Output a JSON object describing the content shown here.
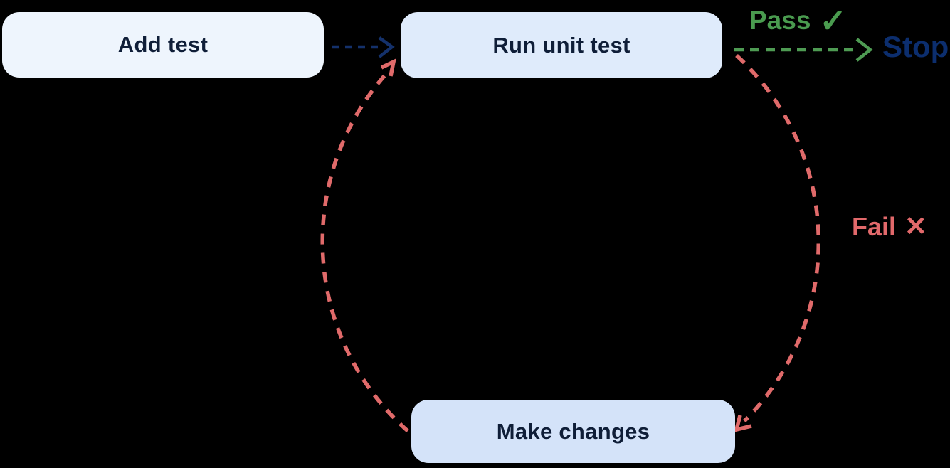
{
  "diagram": {
    "title": "unit-test-loop-flowchart",
    "background_color": "#000000",
    "nodes": [
      {
        "id": "add-test",
        "label": "Add test",
        "fill": "#EEF5FD",
        "text_color": "#0F1E38"
      },
      {
        "id": "run-unit-test",
        "label": "Run unit test",
        "fill": "#DFEBFB",
        "text_color": "#0F1E38"
      },
      {
        "id": "make-changes",
        "label": "Make changes",
        "fill": "#D4E3F9",
        "text_color": "#0F1E38"
      }
    ],
    "labels": {
      "pass": {
        "text": "Pass",
        "icon": "check-icon",
        "glyph": "✓",
        "color": "#4A9B4F"
      },
      "stop": {
        "text": "Stop",
        "color": "#0C2E6E"
      },
      "fail": {
        "text": "Fail",
        "icon": "cross-icon",
        "glyph": "✕",
        "color": "#E2696B"
      }
    },
    "edges": [
      {
        "from": "add-test",
        "to": "run-unit-test",
        "style": "dashed",
        "color": "#14316B",
        "label": ""
      },
      {
        "from": "run-unit-test",
        "to": "stop",
        "style": "dashed",
        "color": "#4E9B53",
        "label": "Pass"
      },
      {
        "from": "run-unit-test",
        "to": "make-changes",
        "style": "dashed",
        "color": "#E06A6A",
        "label": "Fail"
      },
      {
        "from": "make-changes",
        "to": "run-unit-test",
        "style": "dashed",
        "color": "#E06A6A",
        "label": ""
      }
    ]
  }
}
